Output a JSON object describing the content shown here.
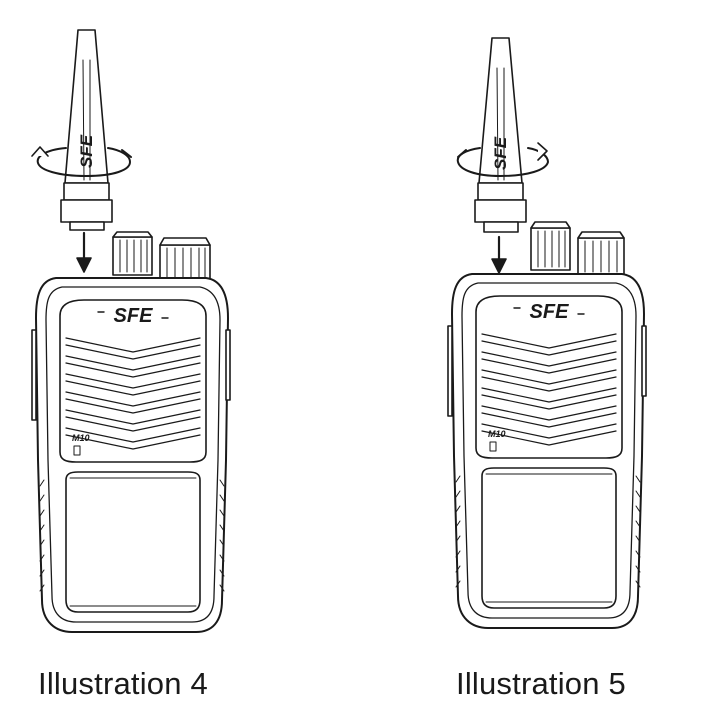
{
  "figures": [
    {
      "caption": "Illustration 4",
      "antenna_brand": "SFE",
      "radio_brand": "SFE",
      "model_badge": "M10",
      "rotation": "clockwise"
    },
    {
      "caption": "Illustration 5",
      "antenna_brand": "SFE",
      "radio_brand": "SFE",
      "model_badge": "M10",
      "rotation": "counter-clockwise"
    }
  ],
  "colors": {
    "line": "#1a1a1a",
    "background": "#ffffff"
  }
}
